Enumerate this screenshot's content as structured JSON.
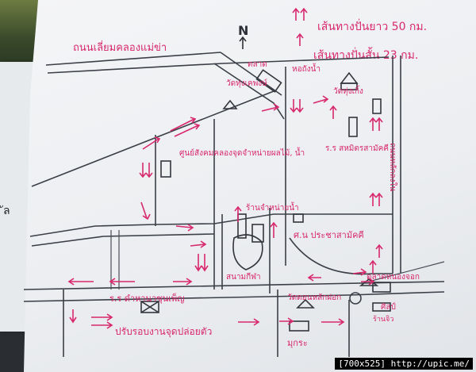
{
  "map": {
    "north_label": "N",
    "legend": {
      "up": "เส้นทางปั่นยาว 50 กม.",
      "down": "เส้นทางปั่นสั้น 23 กม."
    },
    "labels": {
      "road_top": "ถนนเลี่ยมคลองแม่ข่า",
      "market": "ตลาด",
      "water_tower": "หอถังน้ำ",
      "temple": "วัดทุ่งเกิ้ง",
      "wat_top": "วัดทุ่งเคพงษ์",
      "center": "ศูนย์สังคมคลองจุดจำหน่ายผลไม้, น้ำ",
      "school_right": "ร.ร สหมิตรสามัคคี",
      "road_right": "ถนนหลักลงใน",
      "nan_shop": "ร้านจำหน่ายน้ำ",
      "community_hall": "ศ.น ประชาสามัคคี",
      "sports_field": "สนามกีฬา",
      "school_bottom": "ร.ร ดำหานาซุนเพ็ญ",
      "start_point": "ปรับรอบงานจุดปล่อยตัว",
      "temple_bottom": "วัดดอนหลักฝอก",
      "market_bottom": "ตลาดหนองจอก",
      "shop_bottom": "ร้านจิว",
      "mixer": "มุกระ",
      "extra_right": "ศิลป์"
    },
    "left_fragment": "ัล",
    "watermark": "[700x525] http://upic.me/"
  }
}
